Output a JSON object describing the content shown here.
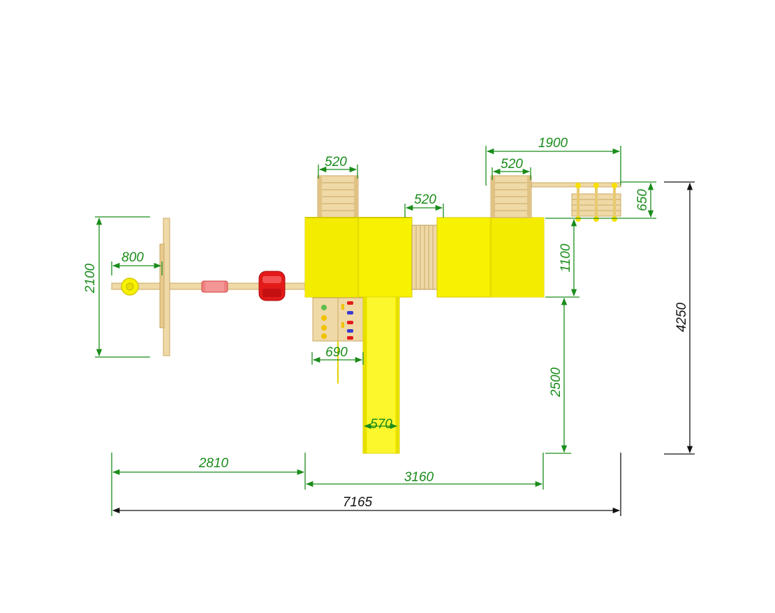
{
  "colors": {
    "accent": "#1a8c1a",
    "overall": "#111111",
    "roof": "#f7f200",
    "roof_shade": "#e6df00",
    "wood": "#efd9a6",
    "wood_dark": "#c9a866",
    "red": "#e21a1a",
    "pink": "#f08080"
  },
  "dimensions": {
    "left_height": "2100",
    "swing_arm": "800",
    "left_tower_width": "520",
    "bridge_width": "520",
    "right_group_width": "1900",
    "right_tower_width": "520",
    "right_group_depth": "650",
    "roof_depth": "1100",
    "climbing_wall": "690",
    "slide_length": "2500",
    "slide_width": "570",
    "total_depth": "4250",
    "left_length": "2810",
    "center_length": "3160",
    "total_length": "7165"
  }
}
